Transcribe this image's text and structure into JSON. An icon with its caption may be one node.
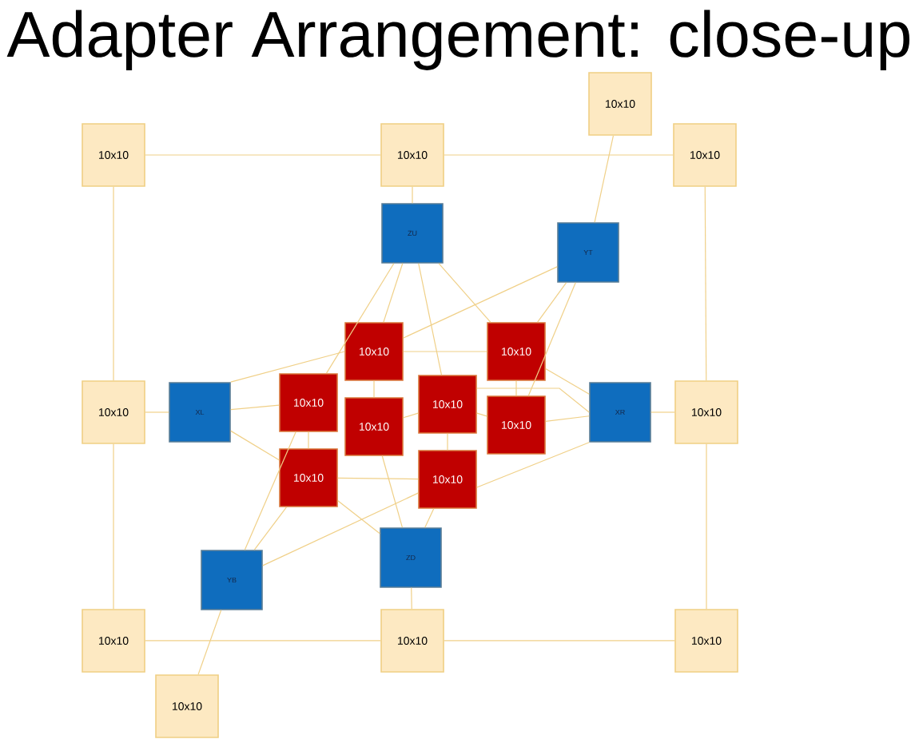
{
  "diagram": {
    "title": "Adapter Arrangement: close-up",
    "nodes": [
      {
        "text": [
          "10x10"
        ]
      },
      {
        "text": [
          "10x10"
        ]
      },
      {
        "text": [
          "10x10"
        ]
      },
      {
        "text": [
          "10x10"
        ]
      },
      {
        "text": [
          "ZU"
        ]
      },
      {
        "text": [
          "YT"
        ]
      },
      {
        "text": [
          "10x10"
        ]
      },
      {
        "text": [
          "10x10"
        ]
      },
      {
        "text": [
          "10x10"
        ]
      },
      {
        "text": [
          "XL"
        ]
      },
      {
        "text": [
          "10x10"
        ]
      },
      {
        "text": [
          "10x10"
        ]
      },
      {
        "text": [
          "10x10"
        ]
      },
      {
        "text": [
          "10x10"
        ]
      },
      {
        "text": [
          "XR"
        ]
      },
      {
        "text": [
          "10x10"
        ]
      },
      {
        "text": [
          "10x10"
        ]
      },
      {
        "text": [
          "10x10"
        ]
      },
      {
        "text": [
          "ZD"
        ]
      },
      {
        "text": [
          "YB"
        ]
      },
      {
        "text": [
          "10x10"
        ]
      },
      {
        "text": [
          "10x10"
        ]
      },
      {
        "text": [
          "10x10"
        ]
      },
      {
        "text": [
          "10x10"
        ]
      }
    ],
    "edges": [
      {
        "from": 1,
        "to": 2,
        "arrow": "none"
      },
      {
        "from": 2,
        "to": 3,
        "arrow": "none"
      },
      {
        "from": 0,
        "to": 5,
        "arrow": "none"
      },
      {
        "from": 1,
        "to": 8,
        "arrow": "none"
      },
      {
        "from": 2,
        "to": 4,
        "arrow": "none"
      },
      {
        "from": 3,
        "to": 15,
        "arrow": "none"
      },
      {
        "from": 8,
        "to": 9,
        "arrow": "none"
      },
      {
        "from": 14,
        "to": 15,
        "arrow": "none"
      },
      {
        "from": 8,
        "to": 20,
        "arrow": "none"
      },
      {
        "from": 15,
        "to": 22,
        "arrow": "none"
      },
      {
        "from": 18,
        "to": 21,
        "arrow": "none"
      },
      {
        "from": 20,
        "to": 21,
        "arrow": "none"
      },
      {
        "from": 21,
        "to": 22,
        "arrow": "none"
      },
      {
        "from": 19,
        "to": 23,
        "arrow": "none"
      },
      {
        "from": 4,
        "to": 6,
        "arrow": "none"
      },
      {
        "from": 4,
        "to": 10,
        "arrow": "none"
      },
      {
        "from": 4,
        "to": 12,
        "arrow": "none"
      },
      {
        "from": 4,
        "to": 7,
        "arrow": "none"
      },
      {
        "from": 5,
        "to": 6,
        "arrow": "none"
      },
      {
        "from": 5,
        "to": 7,
        "arrow": "none"
      },
      {
        "from": 5,
        "to": 13,
        "arrow": "none"
      },
      {
        "from": 9,
        "to": 10,
        "arrow": "none"
      },
      {
        "from": 9,
        "to": 6,
        "arrow": "none"
      },
      {
        "from": 9,
        "to": 16,
        "arrow": "none"
      },
      {
        "from": 14,
        "to": 7,
        "arrow": "none"
      },
      {
        "from": 14,
        "to": 12,
        "arrow": "none"
      },
      {
        "from": 14,
        "to": 13,
        "arrow": "none"
      },
      {
        "from": 14,
        "to": 17,
        "arrow": "none"
      },
      {
        "from": 19,
        "to": 10,
        "arrow": "none"
      },
      {
        "from": 19,
        "to": 16,
        "arrow": "none"
      },
      {
        "from": 19,
        "to": 17,
        "arrow": "none"
      },
      {
        "from": 18,
        "to": 11,
        "arrow": "none"
      },
      {
        "from": 18,
        "to": 16,
        "arrow": "none"
      },
      {
        "from": 18,
        "to": 17,
        "arrow": "none"
      },
      {
        "from": 6,
        "to": 7,
        "arrow": "none"
      },
      {
        "from": 6,
        "to": 11,
        "arrow": "none"
      },
      {
        "from": 10,
        "to": 16,
        "arrow": "none"
      },
      {
        "from": 11,
        "to": 12,
        "arrow": "none"
      },
      {
        "from": 12,
        "to": 17,
        "arrow": "none"
      },
      {
        "from": 12,
        "to": 13,
        "arrow": "none"
      },
      {
        "from": 7,
        "to": 13,
        "arrow": "none"
      },
      {
        "from": 16,
        "to": 17,
        "arrow": "none"
      }
    ]
  }
}
